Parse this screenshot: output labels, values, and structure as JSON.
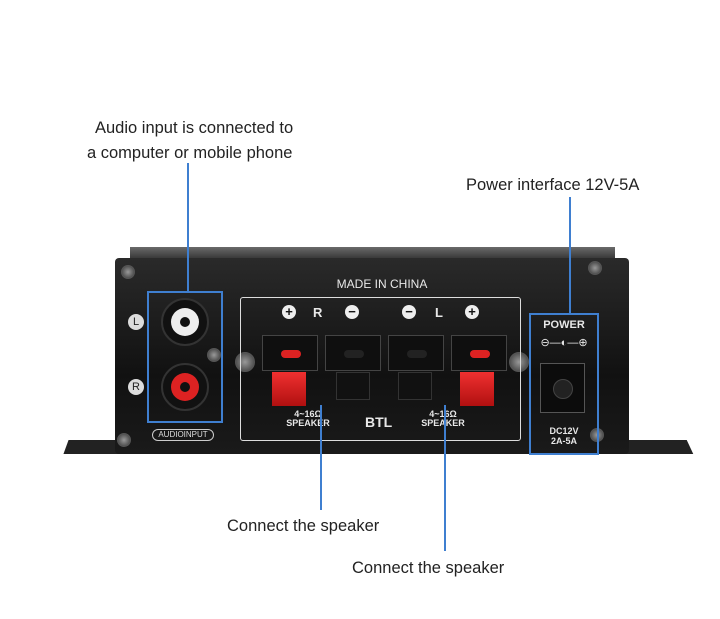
{
  "callouts": {
    "audio_line1": "Audio input is connected to",
    "audio_line2": "a computer or mobile phone",
    "power": "Power interface 12V-5A",
    "speaker_right": "Connect the speaker",
    "speaker_left": "Connect the speaker"
  },
  "device": {
    "made_in": "MADE IN CHINA",
    "channel_r": "R",
    "channel_l": "L",
    "input_l": "L",
    "input_r": "R",
    "audio_input_label": "AUDIOINPUT",
    "impedance": "4~16Ω",
    "speaker_label": "SPEAKER",
    "btl": "BTL",
    "power_label": "POWER",
    "dc_line1": "DC12V",
    "dc_line2": "2A-5A"
  },
  "colors": {
    "callout_line": "#3f7fd0",
    "terminal_red": "#e02020"
  }
}
